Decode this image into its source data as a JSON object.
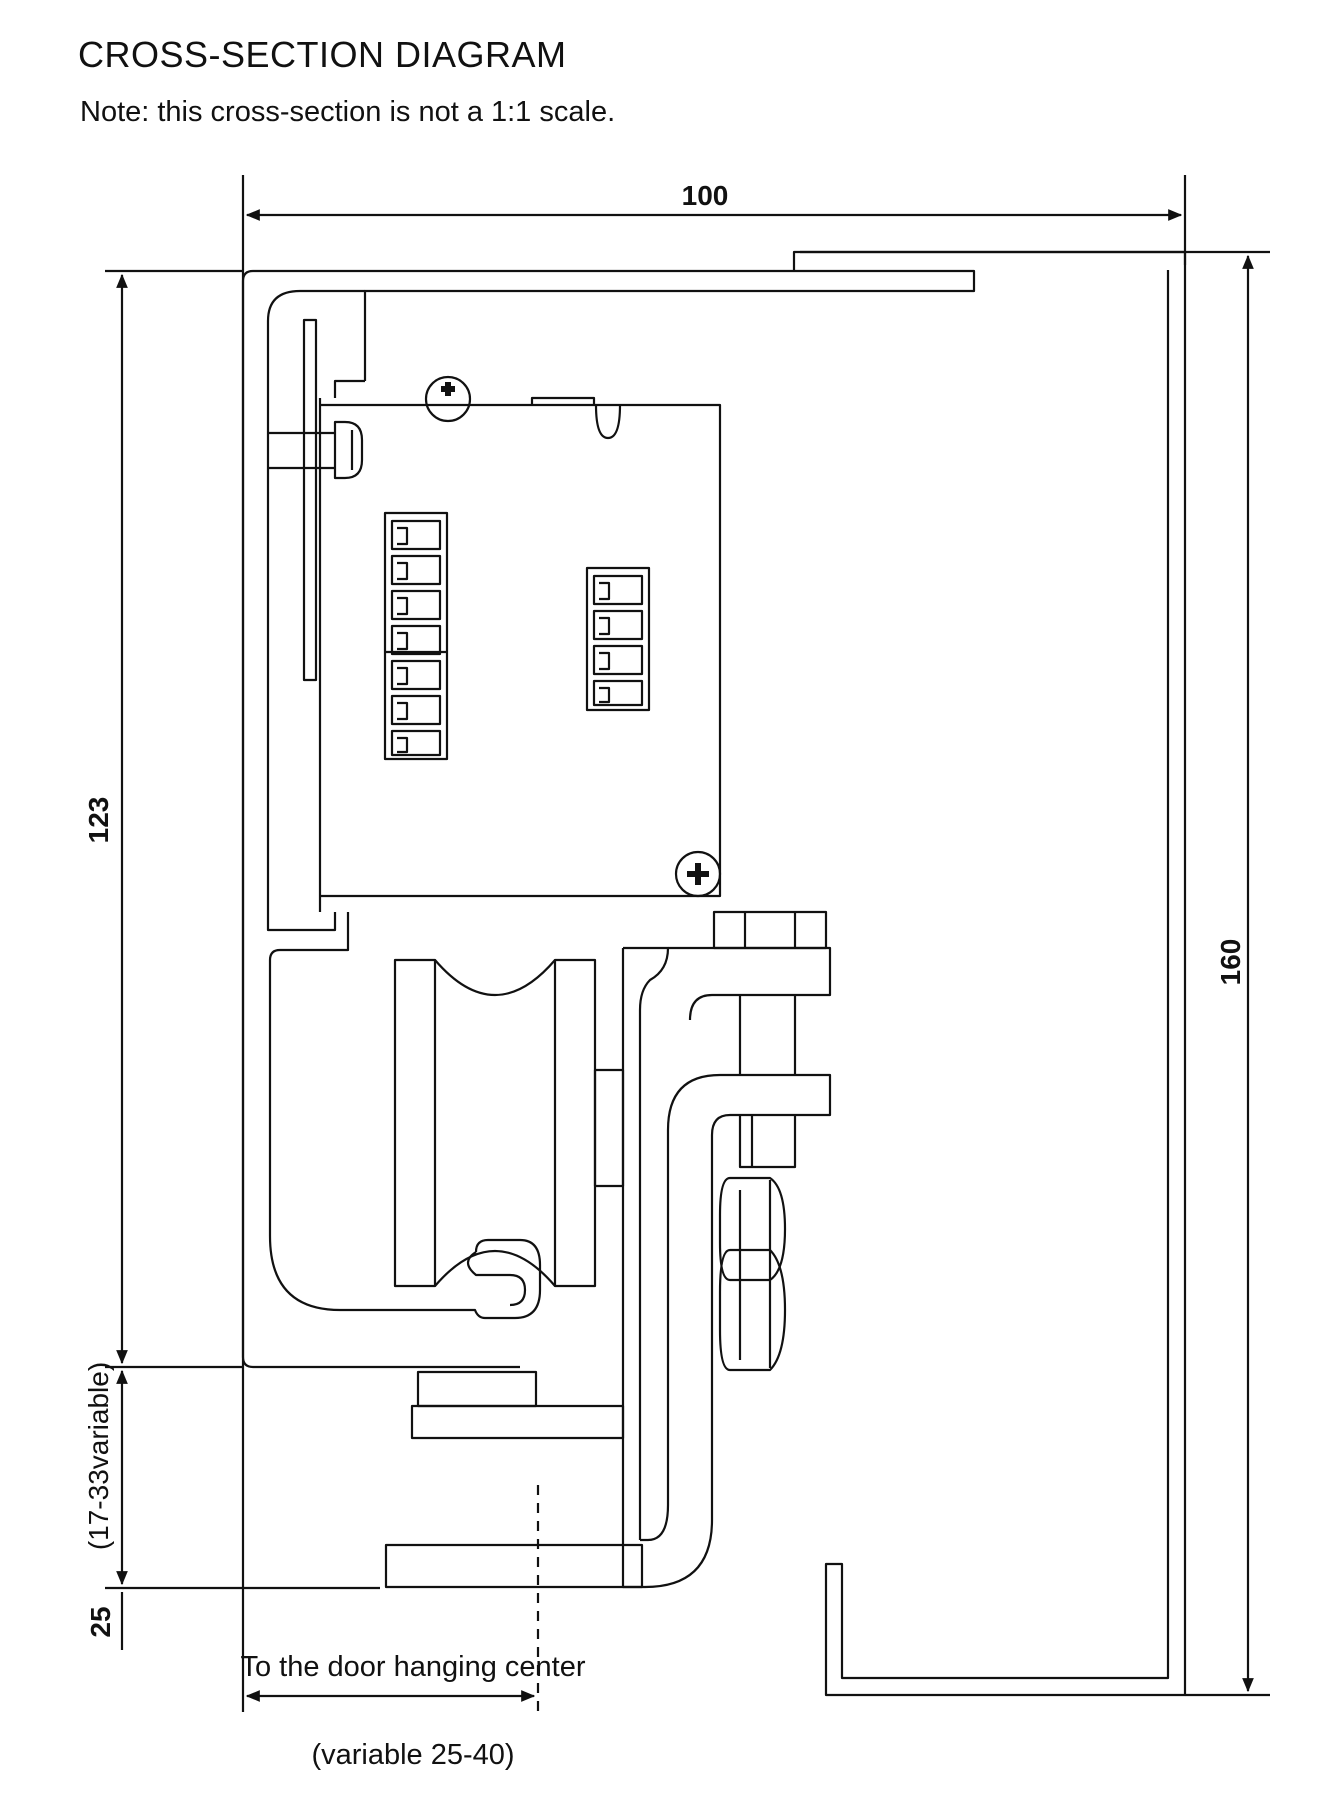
{
  "header": {
    "title": "CROSS-SECTION DIAGRAM",
    "note": "Note: this cross-section is not a 1:1 scale."
  },
  "dimensions": {
    "width_top": "100",
    "height_left": "123",
    "height_right": "160",
    "variable_height": "(17-33variable)",
    "bottom_offset": "25",
    "door_center_label": "To the door hanging center",
    "door_center_range": "(variable 25-40)"
  },
  "colors": {
    "line": "#111111",
    "background": "#ffffff"
  }
}
